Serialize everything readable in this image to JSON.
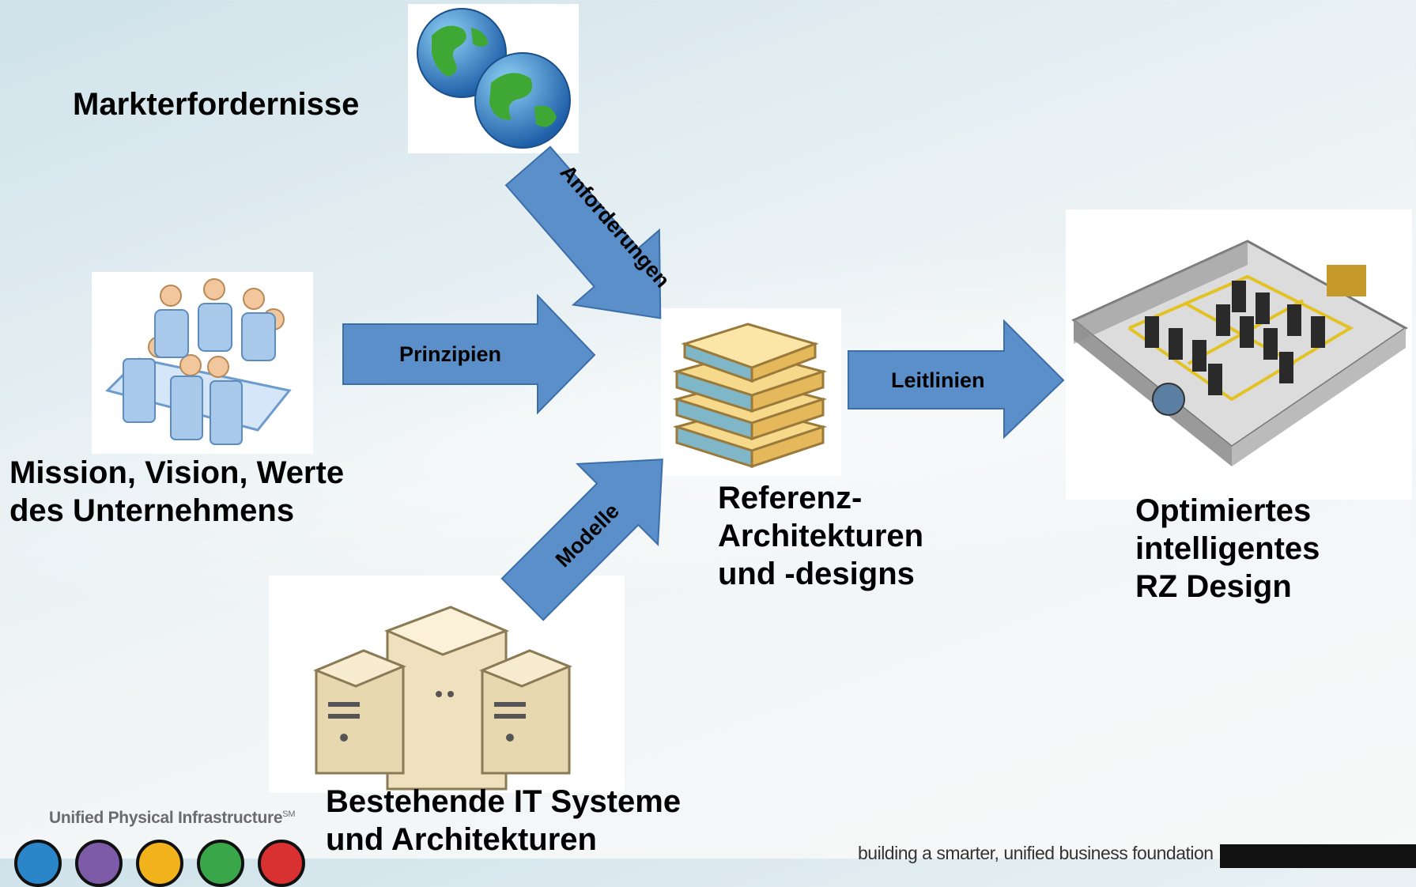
{
  "nodes": {
    "market": "Markterfordernisse",
    "mission": "Mission, Vision, Werte\ndes Unternehmens",
    "existing": "Bestehende IT Systeme\nund Architekturen",
    "reference": "Referenz-\nArchitekturen\nund -designs",
    "optimized": "Optimiertes\nintelligentes\nRZ Design"
  },
  "arrows": {
    "requirements": "Anforderungen",
    "principles": "Prinzipien",
    "models": "Modelle",
    "guidelines": "Leitlinien"
  },
  "footer": {
    "logo_text": "Unified Physical Infrastructure",
    "logo_mark": "SM",
    "tagline": "building a smarter, unified business foundation"
  },
  "colors": {
    "arrow_fill": "#5b8fc9",
    "arrow_stroke": "#3c6ea8"
  }
}
